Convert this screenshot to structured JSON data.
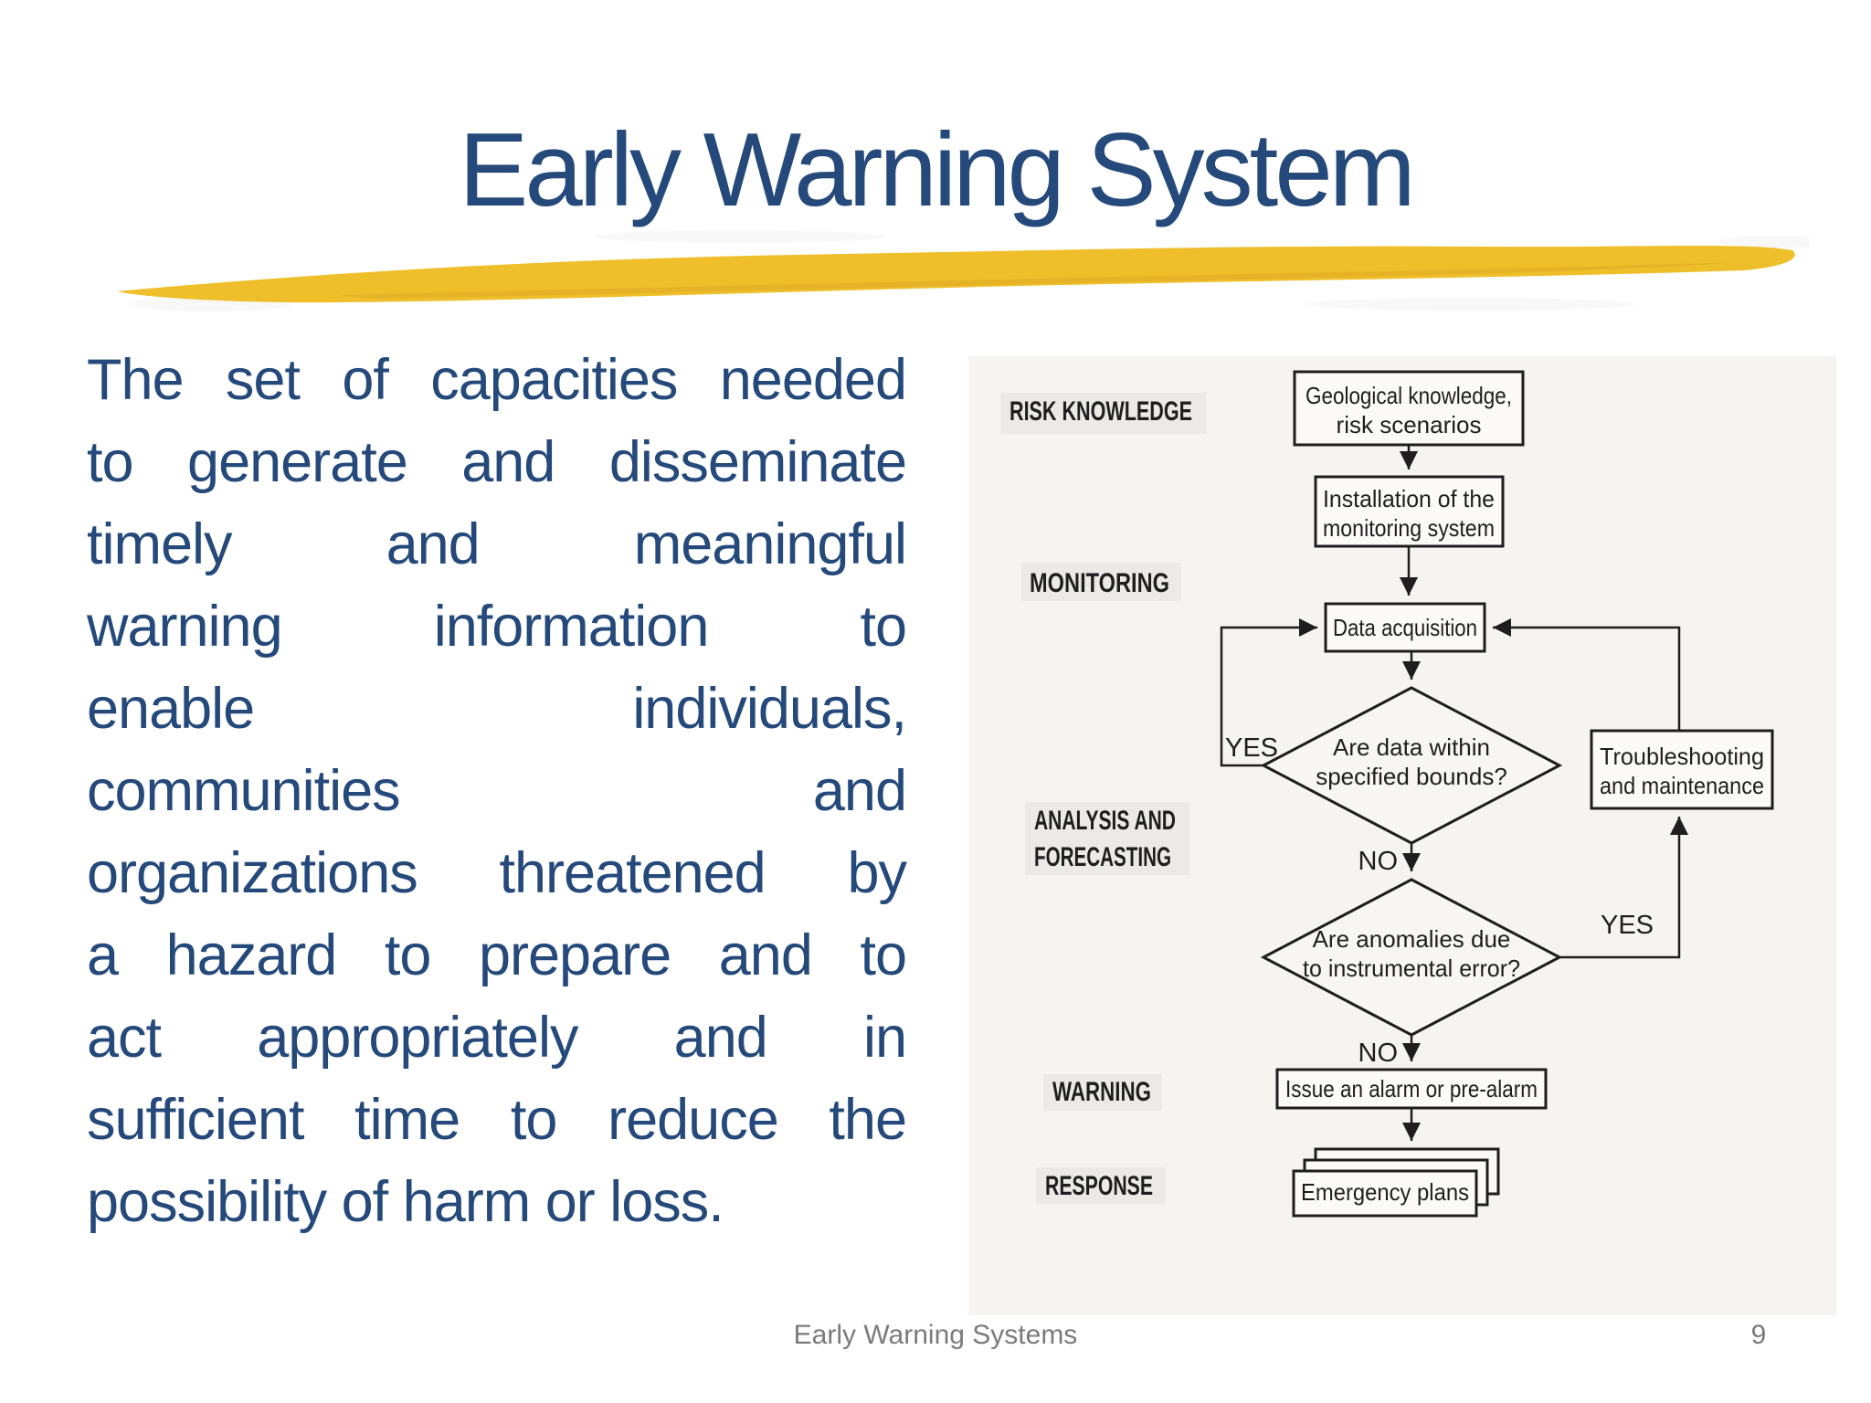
{
  "slide": {
    "title": "Early Warning System",
    "body_lines": [
      "The set of capacities needed",
      "to generate and disseminate",
      "timely and meaningful",
      "warning information to",
      "enable individuals,",
      "communities and",
      "organizations threatened by",
      "a hazard to prepare and to",
      "act appropriately and in",
      "sufficient time to reduce the",
      "possibility of harm or loss."
    ],
    "footer_text": "Early Warning Systems",
    "page_number": "9",
    "colors": {
      "heading_blue": "#24497a",
      "body_blue": "#24497a",
      "accent_yellow": "#efbf2b",
      "footer_gray": "#7b7b7b",
      "diagram_ink": "#1e1e1e",
      "scan_background": "#f5f4f1"
    }
  },
  "flowchart": {
    "stage_labels": {
      "risk_knowledge": "RISK KNOWLEDGE",
      "monitoring": "MONITORING",
      "analysis_line1": "ANALYSIS AND",
      "analysis_line2": "FORECASTING",
      "warning": "WARNING",
      "response": "RESPONSE"
    },
    "nodes": {
      "geological_line1": "Geological knowledge,",
      "geological_line2": "risk scenarios",
      "installation_line1": "Installation of the",
      "installation_line2": "monitoring system",
      "data_acquisition": "Data acquisition",
      "bounds_line1": "Are data within",
      "bounds_line2": "specified bounds?",
      "troubleshooting_line1": "Troubleshooting",
      "troubleshooting_line2": "and maintenance",
      "anomalies_line1": "Are anomalies due",
      "anomalies_line2": "to instrumental error?",
      "issue_alarm": "Issue an alarm or pre-alarm",
      "emergency_plans": "Emergency plans"
    },
    "edge_labels": {
      "yes_bounds": "YES",
      "no_bounds": "NO",
      "yes_anomalies": "YES",
      "no_anomalies": "NO"
    }
  }
}
